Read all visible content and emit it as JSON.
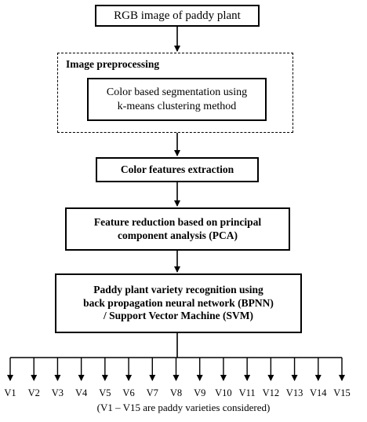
{
  "boxes": {
    "input": "RGB image of paddy plant",
    "preprocess_title": "Image preprocessing",
    "segmentation": [
      "Color based segmentation using",
      "k-means clustering method"
    ],
    "features": "Color features extraction",
    "pca": [
      "Feature reduction based on principal",
      "component analysis (PCA)"
    ],
    "recognition": [
      "Paddy plant variety recognition using",
      "back propagation neural network (BPNN)",
      "/ Support Vector Machine (SVM)"
    ]
  },
  "outputs": [
    "V1",
    "V2",
    "V3",
    "V4",
    "V5",
    "V6",
    "V7",
    "V8",
    "V9",
    "V10",
    "V11",
    "V12",
    "V13",
    "V14",
    "V15"
  ],
  "footnote": "(V1 – V15 are paddy varieties considered)"
}
